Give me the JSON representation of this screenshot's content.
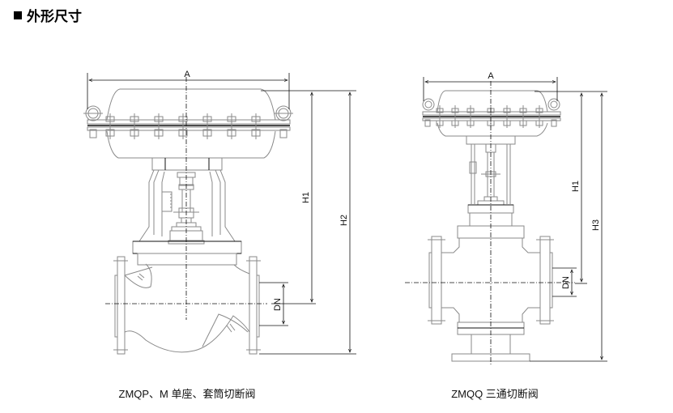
{
  "section": {
    "bullet_icon": "black-square",
    "title": "外形尺寸"
  },
  "drawings": [
    {
      "id": "left",
      "caption": "ZMQP、M 单座、套筒切断阀",
      "dimensions": {
        "width": "A",
        "height_to_center": "H1",
        "overall_height": "H2",
        "nominal_diameter": "DN"
      }
    },
    {
      "id": "right",
      "caption": "ZMQQ 三通切断阀",
      "dimensions": {
        "width": "A",
        "height_to_center": "H1",
        "overall_height": "H3",
        "nominal_diameter": "DN"
      }
    }
  ]
}
